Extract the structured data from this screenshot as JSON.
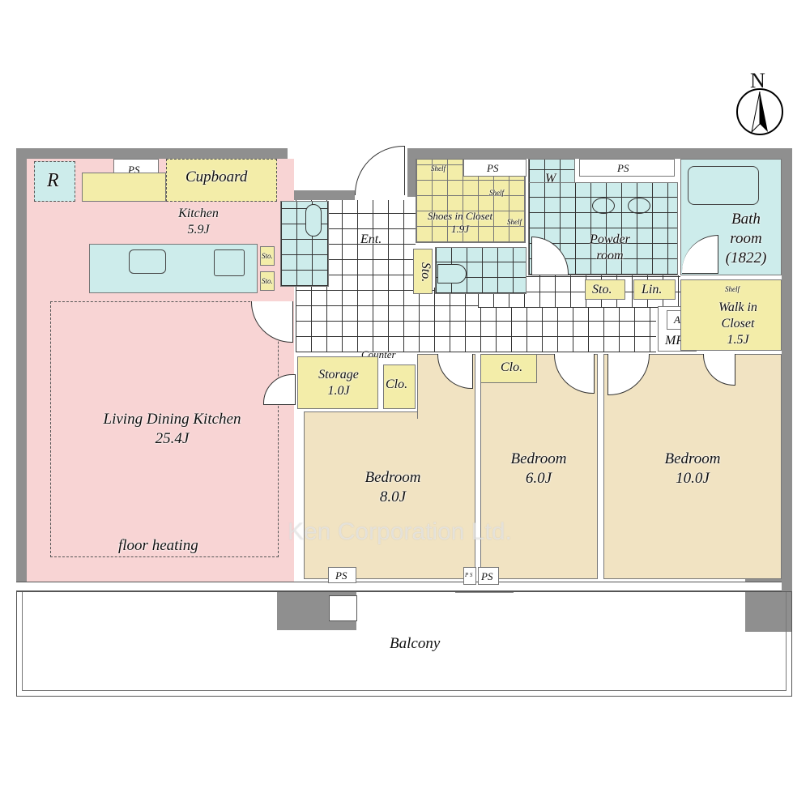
{
  "compass": {
    "label": "N"
  },
  "rooms": {
    "refrigerator": "R",
    "cupboard": "Cupboard",
    "ps": "PS",
    "kitchen": {
      "name": "Kitchen",
      "size": "5.9J"
    },
    "sto": "Sto.",
    "ldk": {
      "name": "Living Dining Kitchen",
      "size": "25.4J",
      "note": "floor heating"
    },
    "entrance": "Ent.",
    "shoes_closet": {
      "name": "Shoes in Closet",
      "size": "1.9J"
    },
    "shelf": "Shelf",
    "washer": "W",
    "powder": {
      "line1": "Powder",
      "line2": "room"
    },
    "bath": {
      "line1": "Bath",
      "line2": "room",
      "line3": "(1822)"
    },
    "linen": "Lin.",
    "walk_in": {
      "line1": "Walk in",
      "line2": "Closet",
      "size": "1.5J"
    },
    "mr": {
      "a": "A",
      "label": "MR"
    },
    "counter": "Counter",
    "storage": {
      "name": "Storage",
      "size": "1.0J"
    },
    "closet": "Clo.",
    "bedroom1": {
      "name": "Bedroom",
      "size": "8.0J"
    },
    "bedroom2": {
      "name": "Bedroom",
      "size": "6.0J"
    },
    "bedroom3": {
      "name": "Bedroom",
      "size": "10.0J"
    },
    "ps_small": "P S",
    "balcony": "Balcony"
  },
  "watermark": "Ken Corporation Ltd.",
  "colors": {
    "living": "#f8d4d4",
    "storage": "#f3eda9",
    "wet": "#cdeceb",
    "bedroom": "#f1e3c2",
    "wall": "#8f8f8f"
  }
}
